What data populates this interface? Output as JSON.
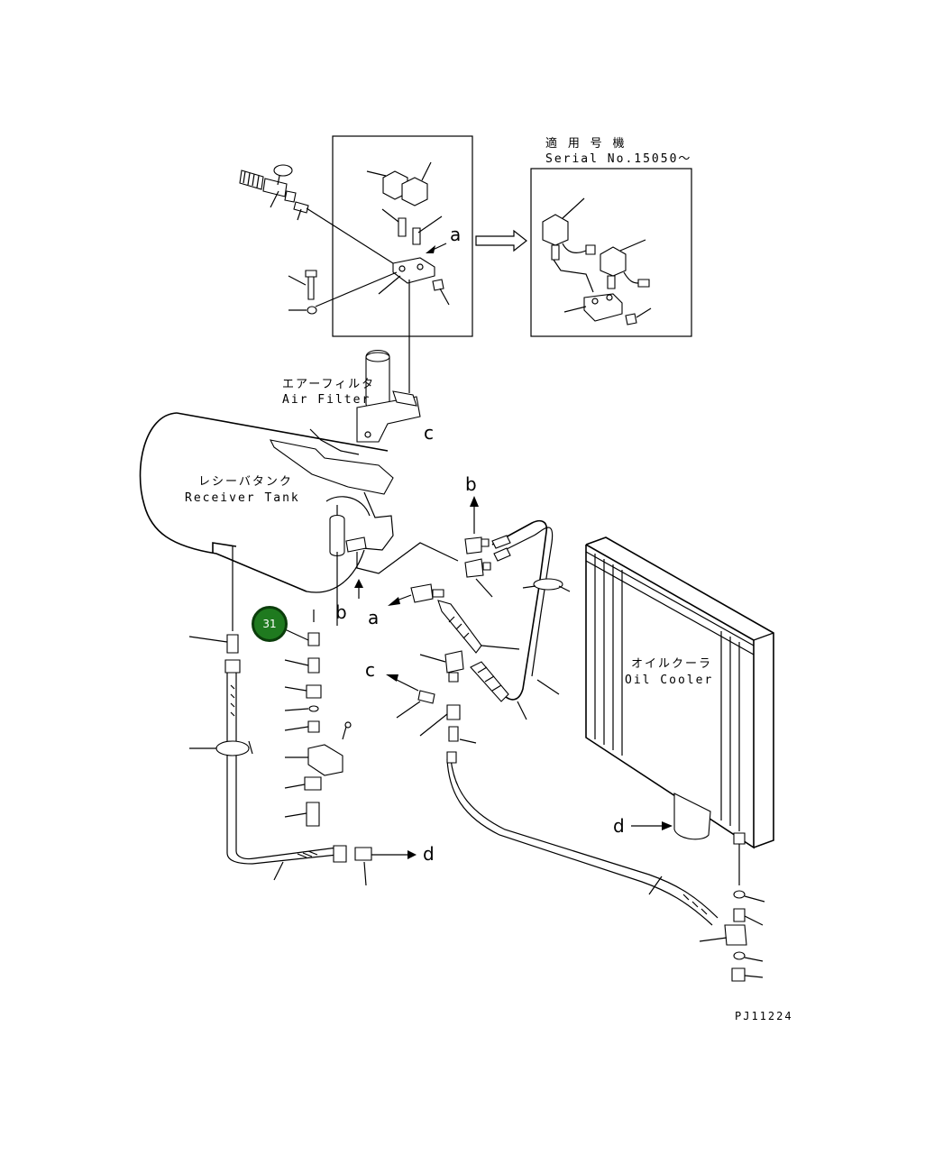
{
  "serial": {
    "jp": "適 用 号 機",
    "en": "Serial No.15050～"
  },
  "air_filter": {
    "jp": "エアーフィルタ",
    "en": "Air Filter"
  },
  "receiver_tank": {
    "jp": "レシーバタンク",
    "en": "Receiver Tank"
  },
  "oil_cooler": {
    "jp": "オイルクーラ",
    "en": "Oil Cooler"
  },
  "refs": {
    "a": "a",
    "b": "b",
    "c": "c",
    "d": "d"
  },
  "part_badge": "31",
  "drawing_code": "PJ11224"
}
